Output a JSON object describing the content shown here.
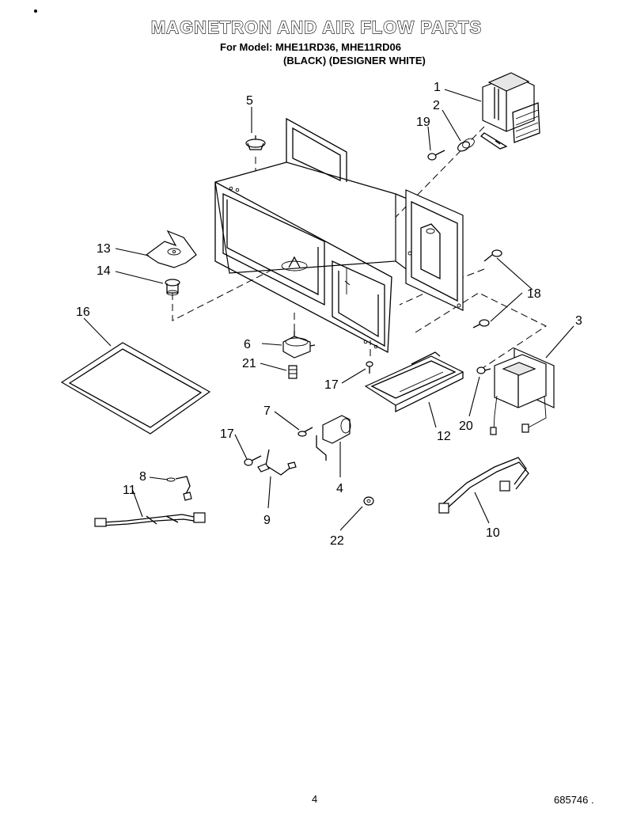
{
  "header": {
    "title": "MAGNETRON AND AIR FLOW PARTS",
    "subtitle_line1": "For Model: MHE11RD36, MHE11RD06",
    "subtitle_line2": "(BLACK) (DESIGNER WHITE)"
  },
  "footer": {
    "page_number": "4",
    "document_number": "685746 ."
  },
  "callouts": [
    {
      "id": "c1",
      "label": "1"
    },
    {
      "id": "c2",
      "label": "2"
    },
    {
      "id": "c19",
      "label": "19"
    },
    {
      "id": "c5",
      "label": "5"
    },
    {
      "id": "c13",
      "label": "13"
    },
    {
      "id": "c14",
      "label": "14"
    },
    {
      "id": "c16",
      "label": "16"
    },
    {
      "id": "c18",
      "label": "18"
    },
    {
      "id": "c3",
      "label": "3"
    },
    {
      "id": "c6",
      "label": "6"
    },
    {
      "id": "c21",
      "label": "21"
    },
    {
      "id": "c17a",
      "label": "17"
    },
    {
      "id": "c7",
      "label": "7"
    },
    {
      "id": "c12",
      "label": "12"
    },
    {
      "id": "c20",
      "label": "20"
    },
    {
      "id": "c17b",
      "label": "17"
    },
    {
      "id": "c4",
      "label": "4"
    },
    {
      "id": "c8",
      "label": "8"
    },
    {
      "id": "c11",
      "label": "11"
    },
    {
      "id": "c9",
      "label": "9"
    },
    {
      "id": "c10",
      "label": "10"
    },
    {
      "id": "c22",
      "label": "22"
    }
  ]
}
